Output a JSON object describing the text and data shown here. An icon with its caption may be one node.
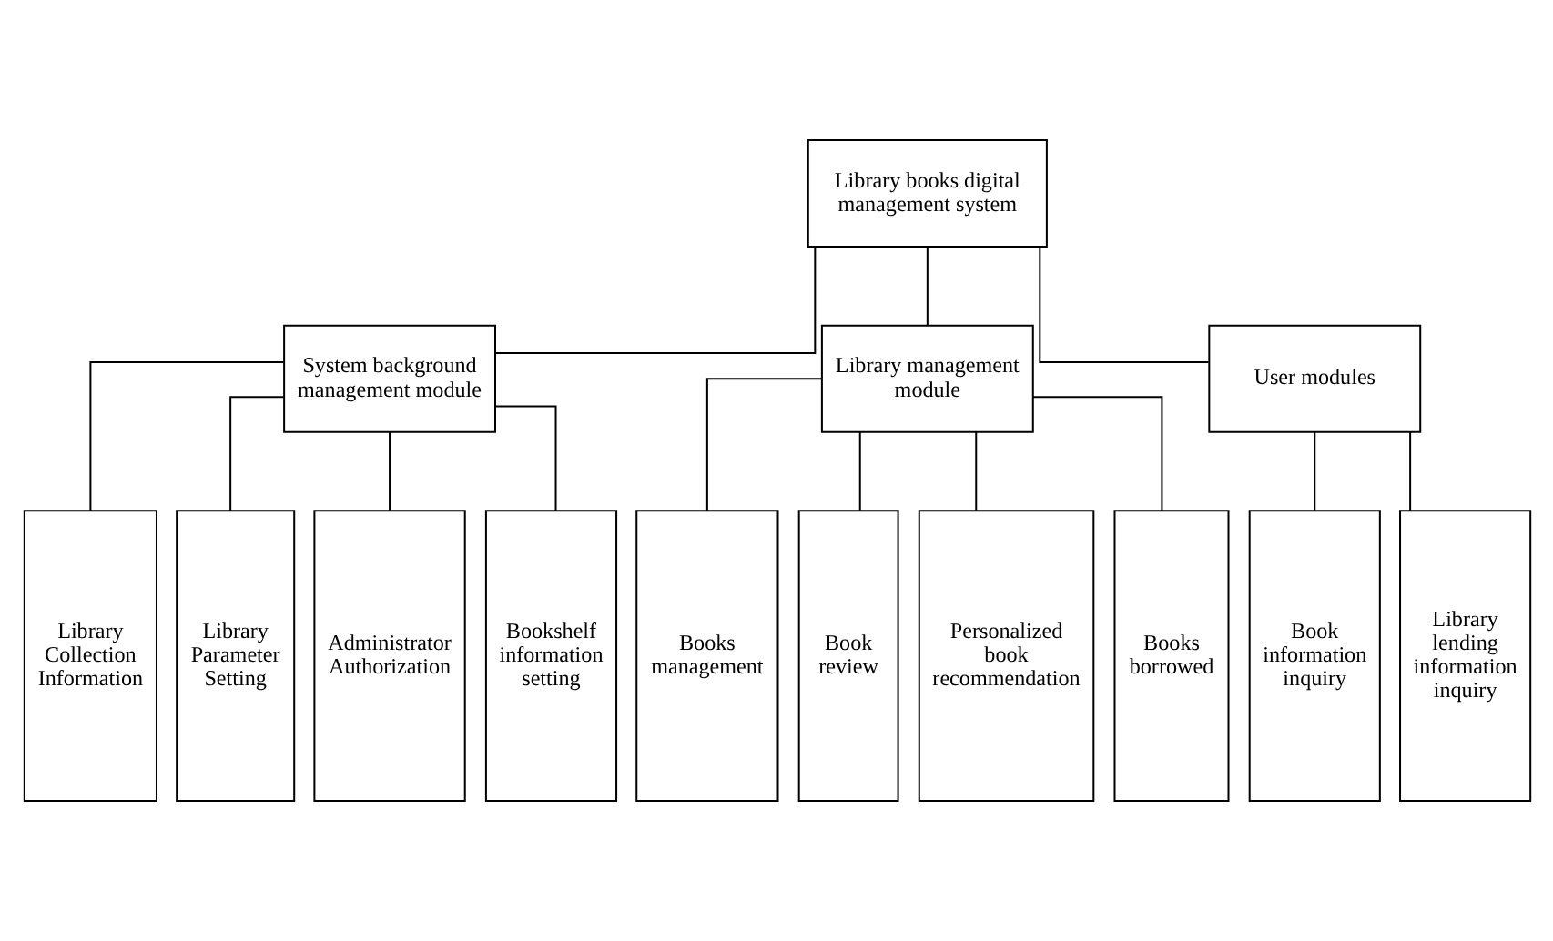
{
  "diagram": {
    "nodes": [
      {
        "text": [
          "Library books digital management system"
        ]
      },
      {
        "text": [
          "System background management module"
        ]
      },
      {
        "text": [
          "Library management module"
        ]
      },
      {
        "text": [
          "User modules"
        ]
      },
      {
        "text": [
          "Library Collection Information"
        ]
      },
      {
        "text": [
          "Library Parameter Setting"
        ]
      },
      {
        "text": [
          "Administrator Authorization"
        ]
      },
      {
        "text": [
          "Bookshelf information setting"
        ]
      },
      {
        "text": [
          "Books management"
        ]
      },
      {
        "text": [
          "Book review"
        ]
      },
      {
        "text": [
          "Personalized book recommendation"
        ]
      },
      {
        "text": [
          "Books borrowed"
        ]
      },
      {
        "text": [
          "Book information inquiry"
        ]
      },
      {
        "text": [
          "Library lending information inquiry"
        ]
      }
    ],
    "edges": [
      {
        "from": 0,
        "to": 1,
        "arrow": "none"
      },
      {
        "from": 0,
        "to": 2,
        "arrow": "none"
      },
      {
        "from": 0,
        "to": 3,
        "arrow": "none"
      },
      {
        "from": 1,
        "to": 4,
        "arrow": "none"
      },
      {
        "from": 1,
        "to": 5,
        "arrow": "none"
      },
      {
        "from": 1,
        "to": 6,
        "arrow": "none"
      },
      {
        "from": 1,
        "to": 7,
        "arrow": "none"
      },
      {
        "from": 2,
        "to": 8,
        "arrow": "none"
      },
      {
        "from": 2,
        "to": 9,
        "arrow": "none"
      },
      {
        "from": 2,
        "to": 10,
        "arrow": "none"
      },
      {
        "from": 2,
        "to": 11,
        "arrow": "none"
      },
      {
        "from": 3,
        "to": 12,
        "arrow": "none"
      },
      {
        "from": 3,
        "to": 13,
        "arrow": "none"
      }
    ]
  }
}
